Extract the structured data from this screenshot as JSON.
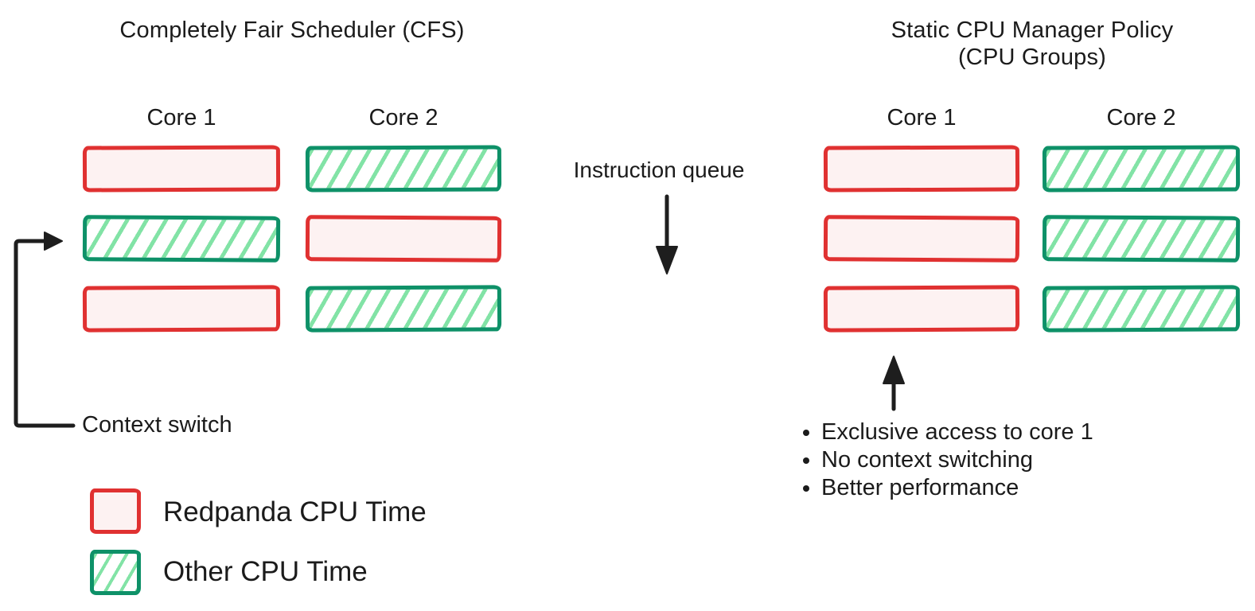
{
  "left": {
    "title": "Completely Fair Scheduler (CFS)",
    "core1_label": "Core 1",
    "core2_label": "Core 2",
    "core1_slots": [
      "redpanda",
      "other",
      "redpanda"
    ],
    "core2_slots": [
      "other",
      "redpanda",
      "other"
    ],
    "context_switch_label": "Context switch"
  },
  "middle": {
    "instruction_queue_label": "Instruction queue"
  },
  "right": {
    "title_line1": "Static CPU Manager Policy",
    "title_line2": "(CPU Groups)",
    "core1_label": "Core 1",
    "core2_label": "Core 2",
    "core1_slots": [
      "redpanda",
      "redpanda",
      "redpanda"
    ],
    "core2_slots": [
      "other",
      "other",
      "other"
    ],
    "bullets": [
      "Exclusive access to core 1",
      "No context switching",
      "Better performance"
    ]
  },
  "legend": {
    "items": [
      {
        "type": "redpanda",
        "label": "Redpanda CPU Time"
      },
      {
        "type": "other",
        "label": "Other CPU Time"
      }
    ]
  },
  "colors": {
    "redpanda_border": "#e03131",
    "redpanda_fill": "#fdf2f2",
    "other_border": "#0e9168",
    "other_hatch": "#82e3a6",
    "text": "#1b1b1b",
    "arrow": "#1e1e1e",
    "background": "#ffffff"
  }
}
